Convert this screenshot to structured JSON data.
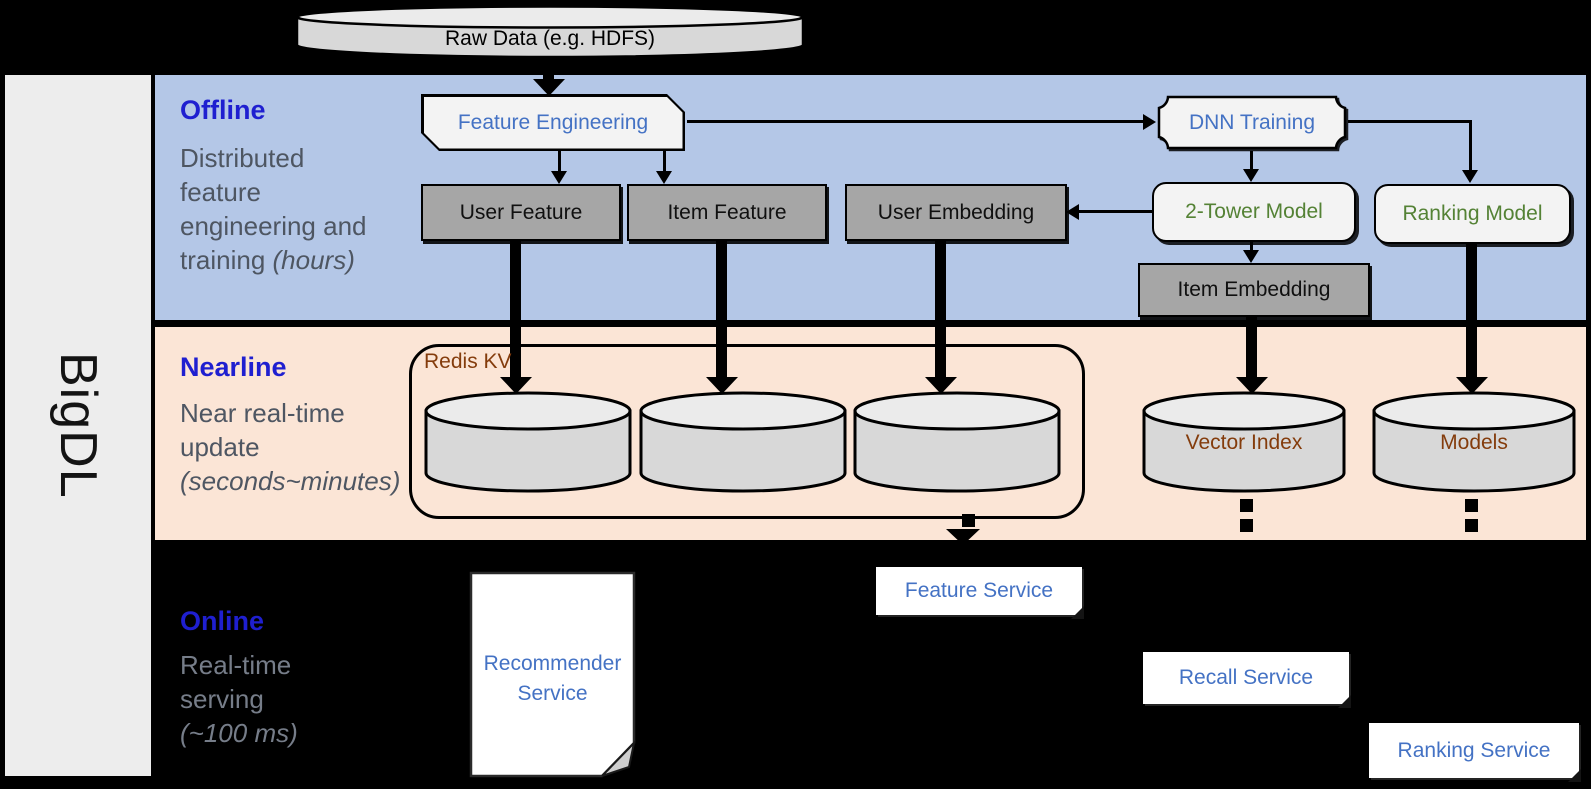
{
  "colors": {
    "page-bg": "#000000",
    "offline-band": "#b4c7e7",
    "nearline-band": "#fbe5d6",
    "sidebar-bg": "#ededed",
    "node-gray": "#a6a6a6",
    "node-light": "#f3f3f3",
    "cylinder-body": "#d8d8d8",
    "cylinder-top": "#ebebeb",
    "accent-blue": "#4472c4",
    "accent-green": "#548235",
    "accent-brown": "#843c0c",
    "title-blue": "#1f1fd0",
    "desc-gray": "#4e5662",
    "desc-gray-dark": "#767d89"
  },
  "brand": "BigDL",
  "raw_data_label": "Raw Data (e.g. HDFS)",
  "sections": {
    "offline": {
      "title": "Offline",
      "desc": [
        "Distributed",
        "feature",
        "engineering and"
      ],
      "desc_tail": "training ",
      "desc_italic": "(hours)"
    },
    "nearline": {
      "title": "Nearline",
      "desc": [
        "Near real-time",
        "update"
      ],
      "desc_italic": "(seconds~minutes)"
    },
    "online": {
      "title": "Online",
      "desc": [
        "Real-time",
        "serving"
      ],
      "desc_italic": "(~100 ms)"
    }
  },
  "nodes": {
    "feature_engineering": "Feature Engineering",
    "dnn_training": "DNN Training",
    "user_feature": "User Feature",
    "item_feature": "Item Feature",
    "user_embedding": "User Embedding",
    "two_tower_model": "2-Tower Model",
    "ranking_model": "Ranking Model",
    "item_embedding": "Item Embedding",
    "redis_kv": "Redis KV",
    "vector_index": "Vector Index",
    "models": "Models"
  },
  "services": {
    "recommender_line1": "Recommender",
    "recommender_line2": "Service",
    "feature_service": "Feature Service",
    "recall_service": "Recall Service",
    "ranking_service": "Ranking Service"
  }
}
